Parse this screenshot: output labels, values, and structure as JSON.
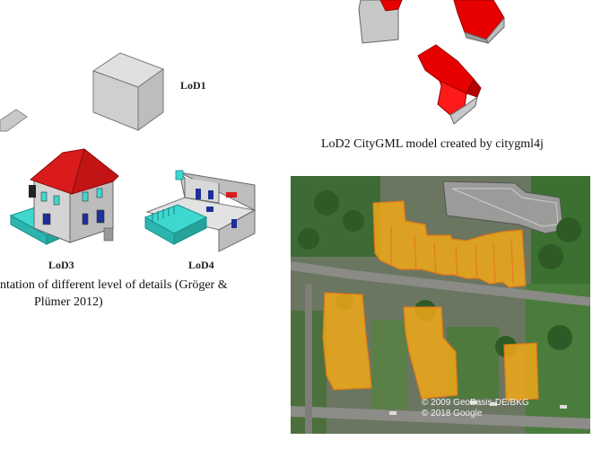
{
  "figure_left": {
    "lod_labels": {
      "lod1": "LoD1",
      "lod3": "LoD3",
      "lod4": "LoD4"
    },
    "caption_line1": "ntation of different level of details (Gröger &",
    "caption_line2": "Plümer 2012)"
  },
  "figure_right": {
    "caption": "LoD2 CityGML model created by citygml4j"
  },
  "map_photo": {
    "copyright_line1": "© 2009 GeoBasis-DE/BKG",
    "copyright_line2": "© 2018 Google"
  },
  "colors": {
    "roof_red": "#e60000",
    "wall_grey": "#c8c8c8",
    "highlight_orange": "#f0a818",
    "lod_cyan": "#3fd8d0",
    "lod_red_roof": "#d91b1b"
  }
}
